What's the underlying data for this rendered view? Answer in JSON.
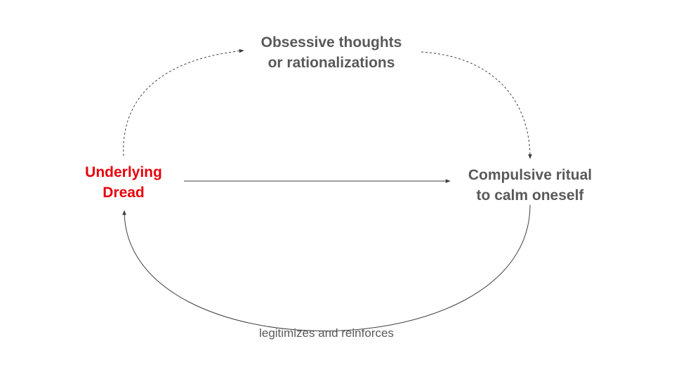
{
  "diagram": {
    "nodes": {
      "dread": {
        "line1": "Underlying",
        "line2": "Dread",
        "color": "#e8000b"
      },
      "obsessive": {
        "line1": "Obsessive thoughts",
        "line2": "or rationalizations",
        "color": "#595959"
      },
      "compulsive": {
        "line1": "Compulsive ritual",
        "line2": "to calm oneself",
        "color": "#595959"
      }
    },
    "edges": [
      {
        "from": "dread",
        "to": "obsessive",
        "style": "dashed"
      },
      {
        "from": "obsessive",
        "to": "compulsive",
        "style": "dashed"
      },
      {
        "from": "dread",
        "to": "compulsive",
        "style": "solid"
      },
      {
        "from": "compulsive",
        "to": "dread",
        "style": "solid",
        "label": "legitimizes and reinforces"
      }
    ],
    "edge_color": "#404040"
  }
}
